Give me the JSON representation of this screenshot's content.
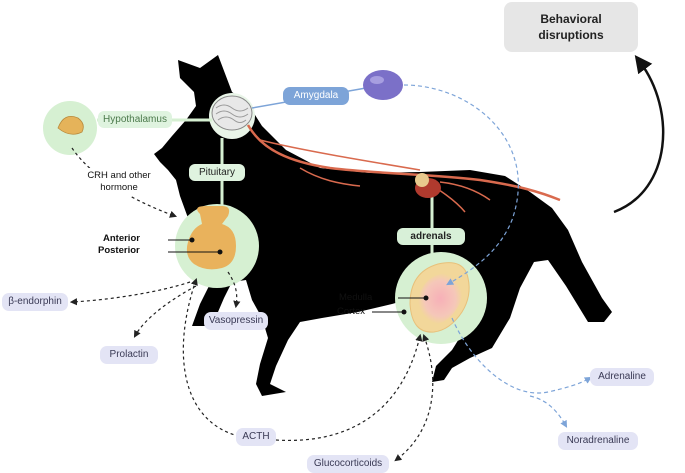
{
  "behavior": {
    "label": "Behavioral disruptions"
  },
  "brain": {
    "hypothalamus": "Hypothalamus",
    "amygdala": "Amygdala",
    "pituitary": "Pituitary",
    "crh": "CRH and other hormone"
  },
  "pituitary_parts": {
    "anterior": "Anterior",
    "posterior": "Posterior"
  },
  "adrenal": {
    "label": "adrenals",
    "medulla": "Medulla",
    "cortex": "Cortex"
  },
  "hormones": {
    "beta_endorphin": "β-endorphin",
    "prolactin": "Prolactin",
    "vasopressin": "Vasopressin",
    "acth": "ACTH",
    "glucocorticoids": "Glucocorticoids",
    "adrenaline": "Adrenaline",
    "noradrenaline": "Noradrenaline"
  },
  "colors": {
    "silhouette": "#000000",
    "highlight_circle": "#d6f0d2",
    "gland": "#e9b25c",
    "amygdala": "#7b70c8",
    "nerve": "#d96a4e",
    "hormone_pill": "#e3e4f5",
    "amygdala_pill": "#7da4d8",
    "dashed_blue": "#7da4d8",
    "dashed_black": "#222222"
  }
}
